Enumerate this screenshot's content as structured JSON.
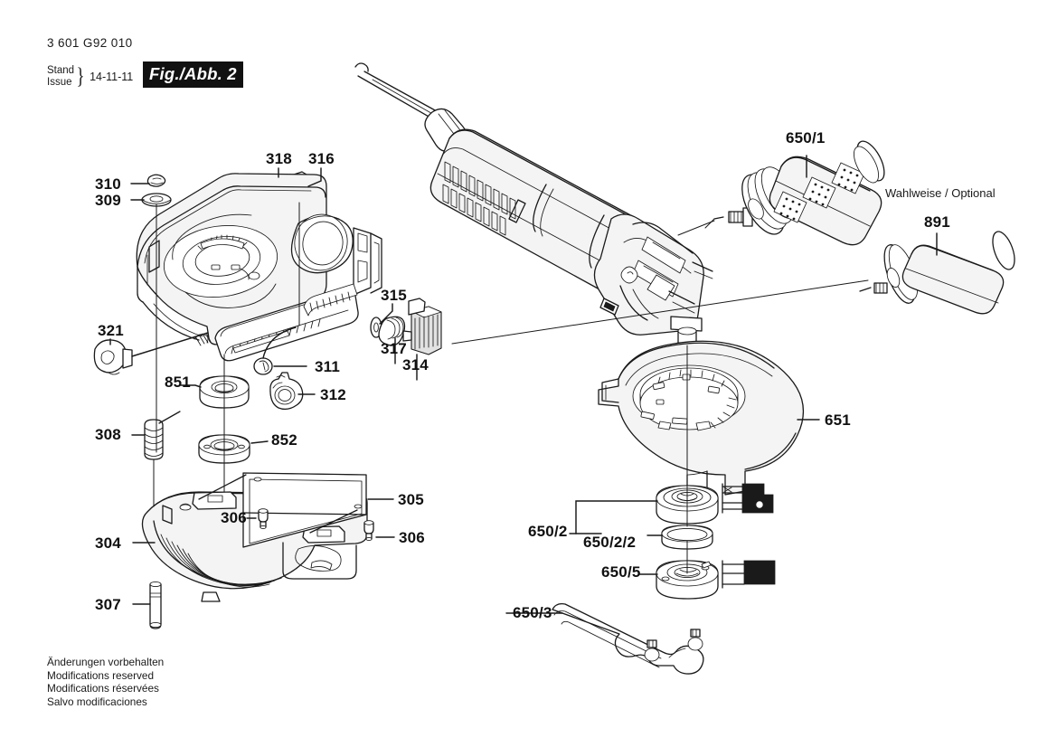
{
  "header": {
    "part_number_code": "3 601 G92 010",
    "stand_label": "Stand",
    "issue_label": "Issue",
    "brace": "}",
    "issue_date": "14-11-11",
    "figure_badge": "Fig./Abb. 2"
  },
  "footer": {
    "line_de": "Änderungen vorbehalten",
    "line_en": "Modifications reserved",
    "line_fr": "Modifications réservées",
    "line_es": "Salvo modificaciones"
  },
  "notes": {
    "optional": "Wahlweise / Optional"
  },
  "colors": {
    "line": "#1a1a1a",
    "background": "#ffffff",
    "badge_background": "#111111",
    "badge_text": "#ffffff",
    "shade_light": "#f2f2f2",
    "shade_mid": "#d8d8d8"
  },
  "callouts": {
    "c310": "310",
    "c309": "309",
    "c318": "318",
    "c316": "316",
    "c315": "315",
    "c321": "321",
    "c311": "311",
    "c317": "317",
    "c314": "314",
    "c312": "312",
    "c851": "851",
    "c852": "852",
    "c308": "308",
    "c305": "305",
    "c306a": "306",
    "c306b": "306",
    "c304": "304",
    "c307": "307",
    "c650_1": "650/1",
    "c891": "891",
    "c651": "651",
    "c650_2": "650/2",
    "c650_2_2": "650/2/2",
    "c650_5": "650/5",
    "c650_3": "650/3"
  }
}
